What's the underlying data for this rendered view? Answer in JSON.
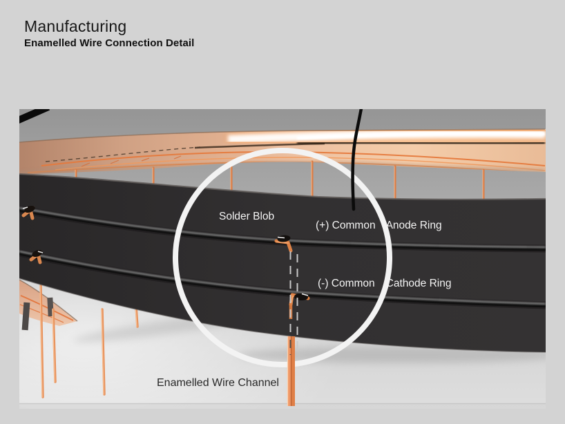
{
  "header": {
    "title": "Manufacturing",
    "subtitle": "Enamelled Wire Connection Detail"
  },
  "annotations": {
    "solder_blob": "Solder Blob",
    "anode_prefix": "(+) Common",
    "anode_name": "Anode Ring",
    "cathode_prefix": "(-) Common",
    "cathode_name": "Cathode Ring",
    "wire_channel": "Enamelled Wire Channel"
  },
  "palette": {
    "page_bg": "#d3d3d3",
    "scene_bg_top": "#959595",
    "scene_bg_bottom": "#dedede",
    "copper": "#e08a54",
    "copper_glow": "#ffd9b5",
    "channel_band": "#2e2c2d",
    "enamel_wire": "#0f0f0f",
    "highlight_circle": "#f3f3f3",
    "label_light": "#f4f4f4",
    "label_dark": "#282828"
  }
}
